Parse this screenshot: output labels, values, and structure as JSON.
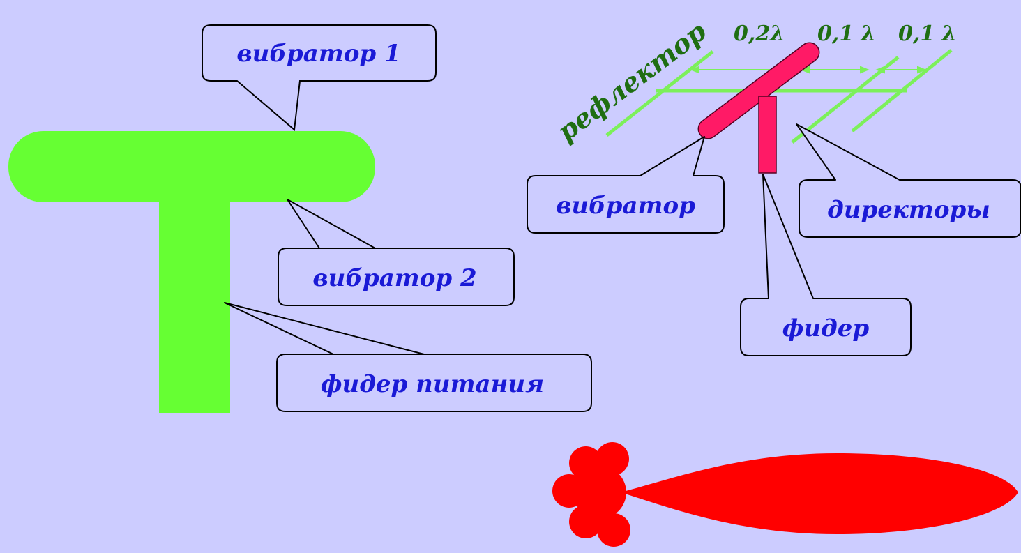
{
  "colors": {
    "background": "#ccccff",
    "antenna_green": "#66ff33",
    "yagi_green": "#7cf05a",
    "vibrator_pink": "#ff1a66",
    "pattern_red": "#ff0000",
    "label_blue": "#1a1ad6",
    "dim_text_green": "#1f6e12",
    "callout_fill": "#ccccff",
    "callout_stroke": "#000000"
  },
  "left_antenna": {
    "label_vibrator_1": "вибратор 1",
    "label_vibrator_2": "вибратор 2",
    "label_feeder": "фидер питания"
  },
  "yagi_antenna": {
    "label_reflector": "рефлектор",
    "spacing_1": "0,2λ",
    "spacing_2": "0,1 λ",
    "spacing_3": "0,1 λ",
    "label_vibrator": "вибратор",
    "label_directors": "директоры",
    "label_feeder": "фидер"
  }
}
